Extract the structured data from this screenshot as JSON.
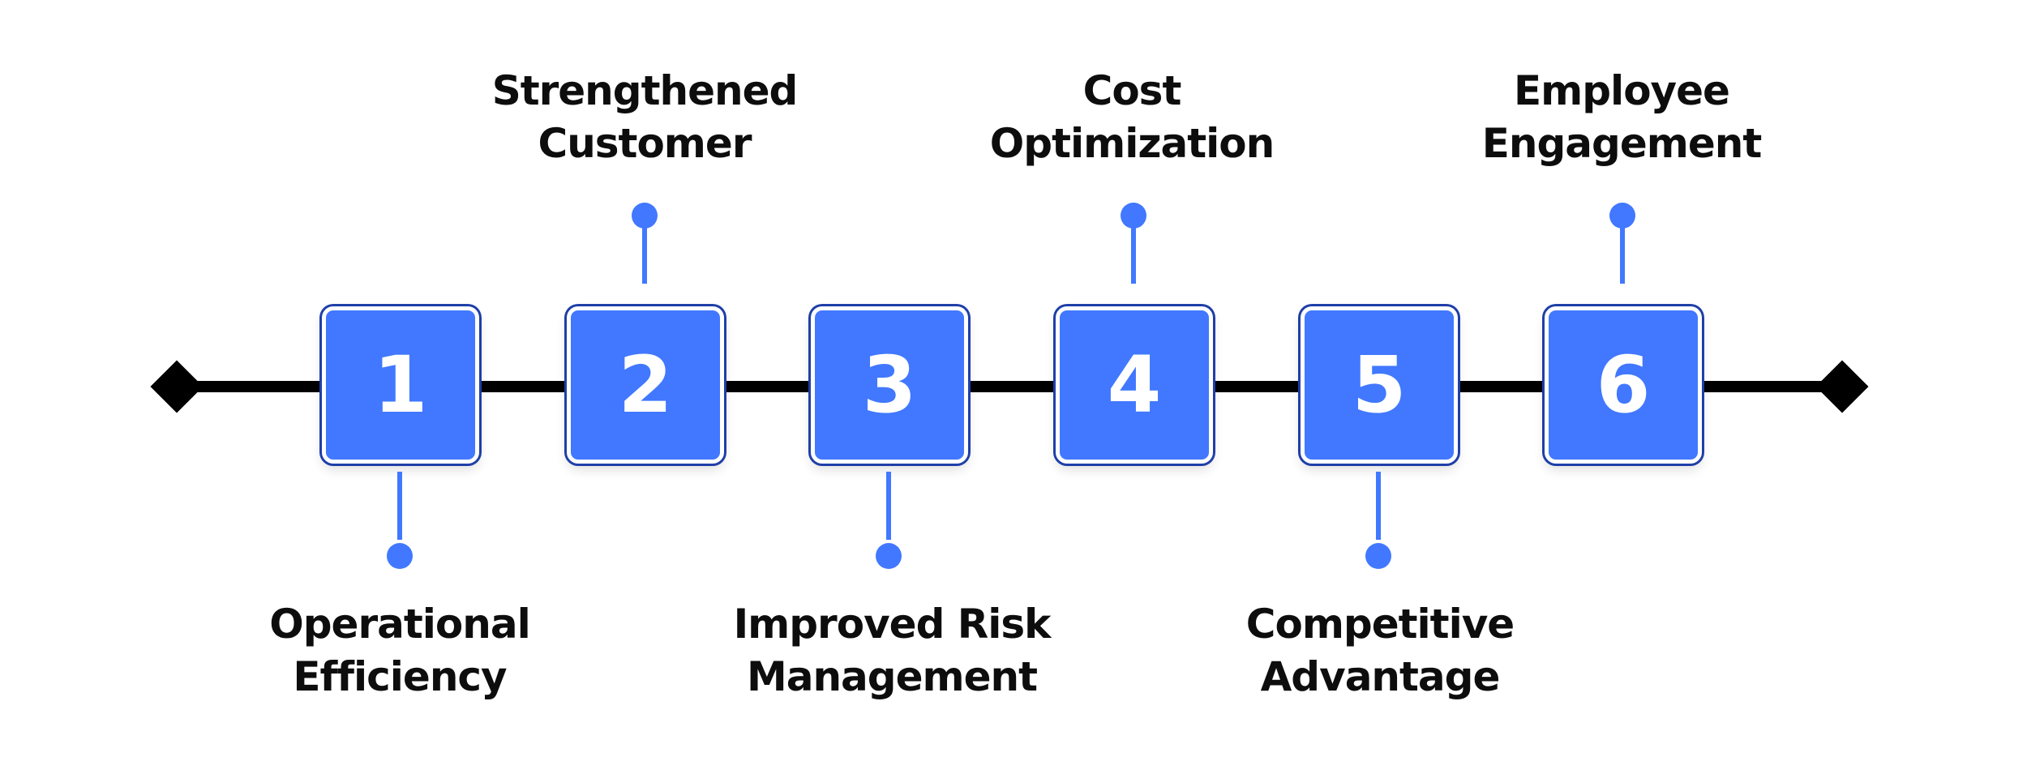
{
  "colors": {
    "box_fill": "#4178ff",
    "box_border": "#ffffff",
    "connector": "#4178ff",
    "line": "#000000",
    "text": "#0d0d0d",
    "background": "#ffffff"
  },
  "steps": [
    {
      "number": "1",
      "label_line1": "Operational",
      "label_line2": "Efficiency",
      "label_side": "below"
    },
    {
      "number": "2",
      "label_line1": "Strengthened",
      "label_line2": "Customer",
      "label_side": "above"
    },
    {
      "number": "3",
      "label_line1": "Improved Risk",
      "label_line2": "Management",
      "label_side": "below"
    },
    {
      "number": "4",
      "label_line1": "Cost",
      "label_line2": "Optimization",
      "label_side": "above"
    },
    {
      "number": "5",
      "label_line1": "Competitive",
      "label_line2": "Advantage",
      "label_side": "below"
    },
    {
      "number": "6",
      "label_line1": "Employee",
      "label_line2": "Engagement",
      "label_side": "above"
    }
  ]
}
